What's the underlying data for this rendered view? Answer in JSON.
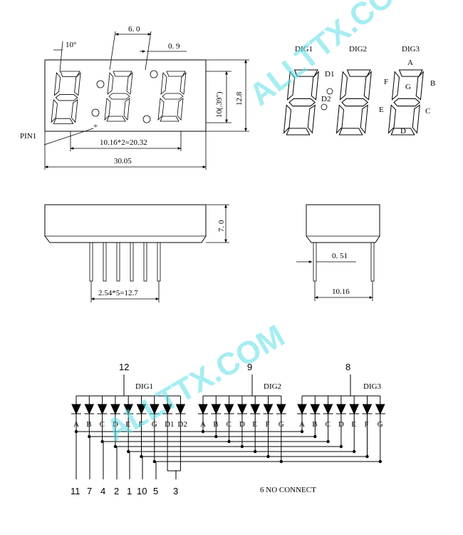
{
  "front_view": {
    "angle": "10°",
    "pitch": "6. 0",
    "seg_width": "0. 9",
    "height_12_8": "12.8",
    "digit_height": "10(.39\")",
    "pin1": "PIN1",
    "plus": "+",
    "digit_spacing": "10.16*2=20.32",
    "total_width": "30.05"
  },
  "segment_legend": {
    "digits": [
      "DIG1",
      "DIG2",
      "DIG3"
    ],
    "dots": [
      "D1",
      "D2"
    ],
    "segments": {
      "A": "A",
      "B": "B",
      "C": "C",
      "D": "D",
      "E": "E",
      "F": "F",
      "G": "G"
    }
  },
  "side_view": {
    "height": "7. 0",
    "pin_spacing": "2.54*5=12.7"
  },
  "end_view": {
    "pin_width": "0. 51",
    "row_spacing": "10.16"
  },
  "schematic": {
    "commons": [
      {
        "pin": "12",
        "digit": "DIG1"
      },
      {
        "pin": "9",
        "digit": "DIG2"
      },
      {
        "pin": "8",
        "digit": "DIG3"
      }
    ],
    "dig1_segments": [
      "A",
      "B",
      "C",
      "D",
      "E",
      "F",
      "G",
      "D1",
      "D2"
    ],
    "dig2_segments": [
      "A",
      "B",
      "C",
      "D",
      "E",
      "F",
      "G"
    ],
    "dig3_segments": [
      "A",
      "B",
      "C",
      "D",
      "E",
      "F",
      "G"
    ],
    "bottom_pins": [
      "11",
      "7",
      "4",
      "2",
      "1",
      "10",
      "5",
      "3"
    ],
    "note": "6  NO  CONNECT"
  },
  "watermark": "ALLTTX.COM"
}
